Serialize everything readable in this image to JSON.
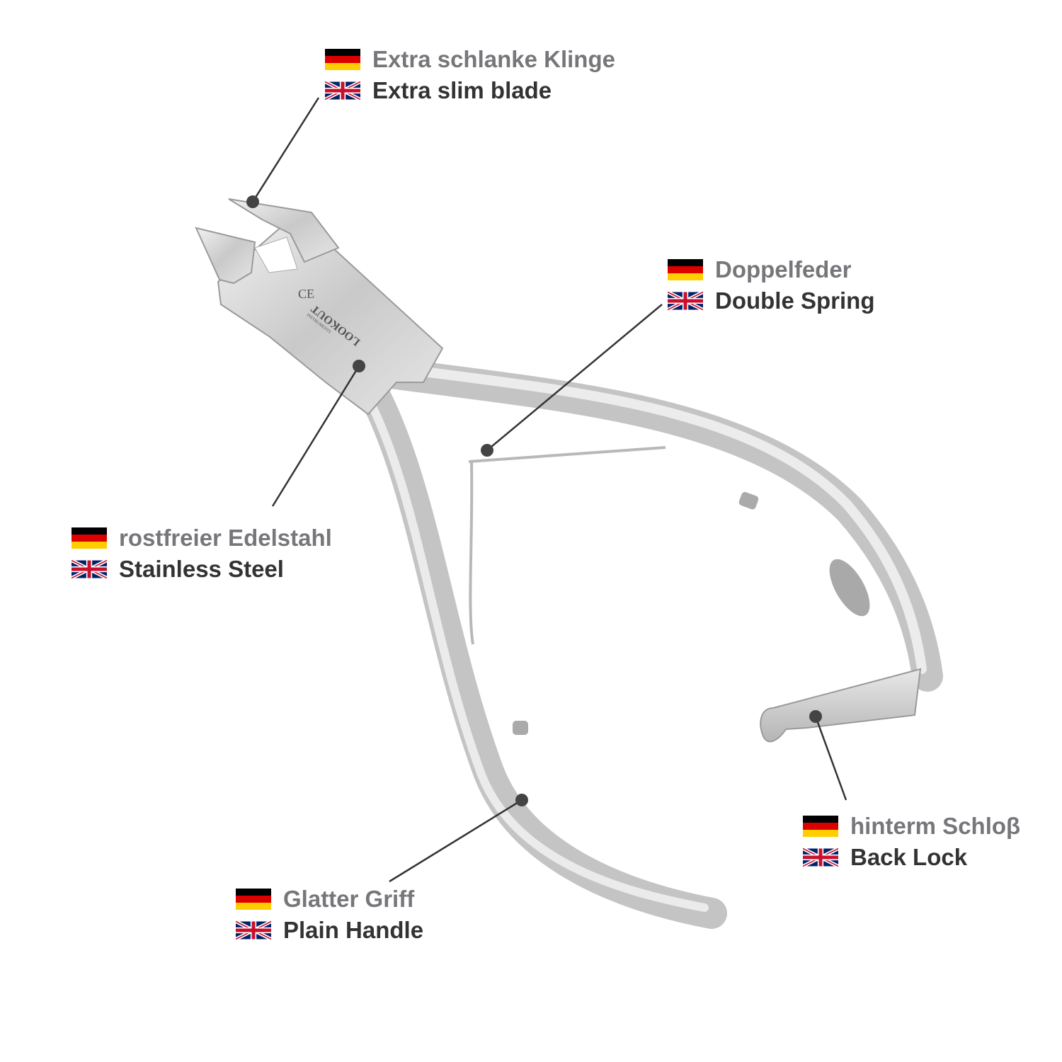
{
  "product_logo": {
    "brand": "LOOKOUT",
    "sub": "INSTRUMENTS",
    "mark": "CE"
  },
  "callouts": [
    {
      "de": "Extra schlanke Klinge",
      "en": "Extra slim blade"
    },
    {
      "de": "Doppelfeder",
      "en": "Double Spring"
    },
    {
      "de": "rostfreier Edelstahl",
      "en": "Stainless Steel"
    },
    {
      "de": "hinterm Schloβ",
      "en": "Back Lock"
    },
    {
      "de": "Glatter Griff",
      "en": "Plain Handle"
    }
  ],
  "colors": {
    "german_text": "#77777b",
    "english_text": "#333335",
    "leader_line": "#333333"
  }
}
